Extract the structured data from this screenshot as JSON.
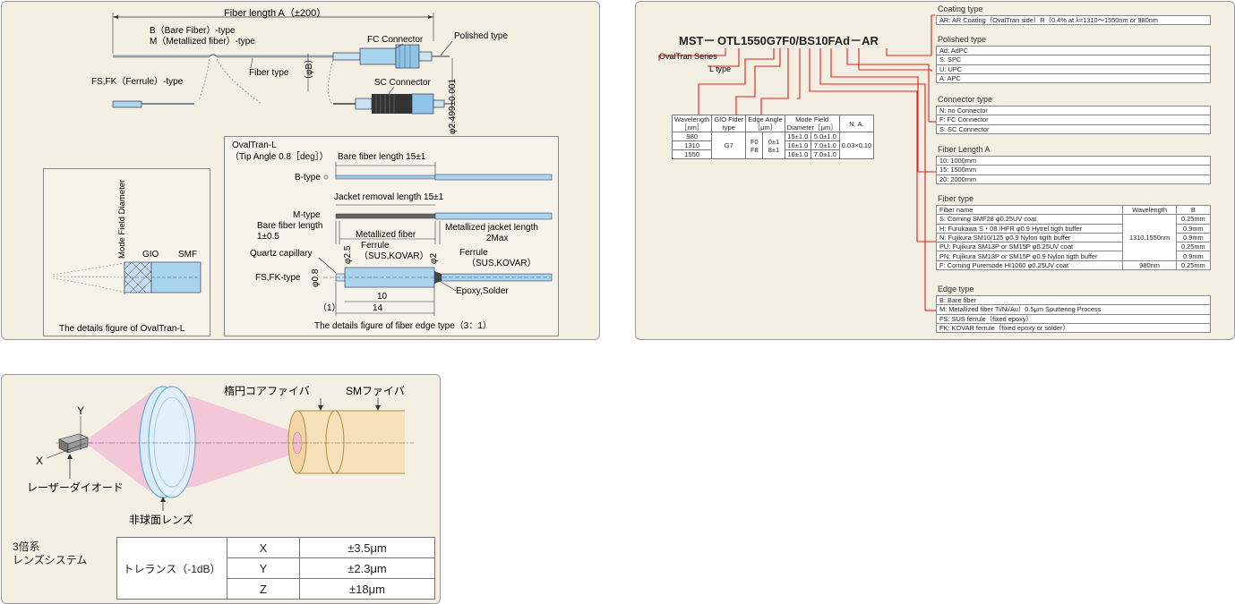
{
  "panel1": {
    "fiber_length": "Fiber length A（±200）",
    "b_type": "B（Bare Fiber）-type",
    "m_type": "M（Metallized fiber）-type",
    "fc_connector": "FC Connector",
    "polished_type": "Polished type",
    "fiber_type": "Fiber type",
    "phi_b": "（φB）",
    "fs_fk": "FS,FK（Ferrule）-type",
    "sc_connector": "SC Connector",
    "diameter": "φ2.499±0.001",
    "ovaltran_detail": {
      "mfd_label": "Mode Field Diameter",
      "gio": "GIO",
      "smf": "SMF",
      "caption": "The details figure of OvalTran-L"
    },
    "edge_detail": {
      "ovaltran_l": "OvalTran-L",
      "tip_angle": "（Tip Angle 0.8［deg］）",
      "bare_len": "Bare fiber length 15±1",
      "b_type": "B-type",
      "jacket": "Jacket removal length 15±1",
      "m_type": "M-type",
      "bare_len2": "Bare fiber length",
      "bare_val": "1±0.5",
      "metallized": "Metallized fiber",
      "met_jacket": "Metallized jacket length",
      "met_max": "2Max",
      "quartz": "Quartz capillary",
      "ferrule1": "Ferrule",
      "ferrule1_mat": "（SUS,KOVAR）",
      "ferrule2": "Ferrule",
      "ferrule2_mat": "（SUS,KOVAR）",
      "phi25": "φ2.5",
      "phi2": "φ2",
      "phi08": "φ0.8",
      "fs_fk": "FS,FK-type",
      "d10": "10",
      "d14": "14",
      "d1": "（1）",
      "epoxy": "Epoxy,Solder",
      "caption": "The details figure of fiber edge type（3：1）"
    }
  },
  "panel2": {
    "prefix": "MST－",
    "code": "OTL1550G7F0/BS10FAd－AR",
    "series": "OvalTran Series",
    "l_type": "L type",
    "spec_table": {
      "h_wl": "Wavelength",
      "h_wl_unit": "［nm］",
      "h_gio": "GIO Fider",
      "h_gio2": "type",
      "h_edge": "Edge Angle",
      "h_edge_unit": "［μm］",
      "h_mode": "Mode Field",
      "h_mode2": "Diameter［μm］",
      "h_na": "N. A.",
      "wl": [
        "980",
        "1310",
        "1550"
      ],
      "gio": "G7",
      "edge1": "F0",
      "edge2": "F8",
      "angle1": "0±1",
      "angle2": "8±1",
      "mf1": [
        "15±1.0",
        "16±1.0",
        "16±1.0"
      ],
      "mf2": [
        "5.0±1.0",
        "7.0±1.0",
        "7.0±1.0"
      ],
      "na": "0.03×0.10"
    },
    "coating": {
      "title": "Coating type",
      "rows": [
        "AR: AR Coating（OvalTran side）R（0.4% at  λ=1310～1550nm or 980nm"
      ]
    },
    "polished": {
      "title": "Polished type",
      "rows": [
        "Ad: AdPC",
        "S: SPC",
        "U: UPC",
        "A: APC"
      ]
    },
    "connector": {
      "title": "Connector type",
      "rows": [
        "N: no Connector",
        "F: FC Connector",
        "S: SC Connector"
      ]
    },
    "length": {
      "title": "Fiber Length A",
      "rows": [
        "10: 1000mm",
        "15: 1500mm",
        "20: 2000mm"
      ]
    },
    "fibertype": {
      "title": "Fiber type",
      "h": [
        "Fiber name",
        "Wavelength",
        "B"
      ],
      "names": [
        "S: Corning SMF28 φ0.25UV coat",
        "H: Furukawa S・08 /HFR φ0.9 Hytrel tigth buffer",
        "N: Fujikura SM10/125 φ0.9 Nylon tigth buffer",
        "PU: Fujikura SM13P or SM15P φ0.25UV coat",
        "PN: Fujikura SM13P or SM15P φ0.9 Nylon tigth buffer",
        "F: Corning Puremode HI1060 φ0.25UV coat"
      ],
      "wl1": "1310,1550nm",
      "wl2": "980nm",
      "b": [
        "0.25mm",
        "0.9mm",
        "0.9mm",
        "0.25mm",
        "0.9mm",
        "0.25mm"
      ]
    },
    "edge": {
      "title": "Edge type",
      "rows": [
        "B: Bare fiber",
        "M: Metallized fiber Ti/Ni/Au）0.5μm Sputtering Process",
        "FS: SUS ferrule（fixed epoxy）",
        "FK: KOVAR ferrule（fixed epoxy or solder）"
      ]
    }
  },
  "panel3": {
    "ellipse_fiber": "楕円コアファイバ",
    "sm_fiber": "SMファイバ",
    "y": "Y",
    "x": "X",
    "laser": "レーザーダイオード",
    "lens": "非球面レンズ",
    "sys1": "3倍系",
    "sys2": "レンズシステム",
    "tol_label": "トレランス（-1dB）",
    "axes": [
      "X",
      "Y",
      "Z"
    ],
    "values": [
      "±3.5μm",
      "±2.3μm",
      "±18μm"
    ]
  },
  "colors": {
    "panel_bg": "#f3efe3",
    "red": "#e0201a",
    "fiber_blue": "#a9d4ee",
    "beam_pink": "#f2bcd4"
  }
}
